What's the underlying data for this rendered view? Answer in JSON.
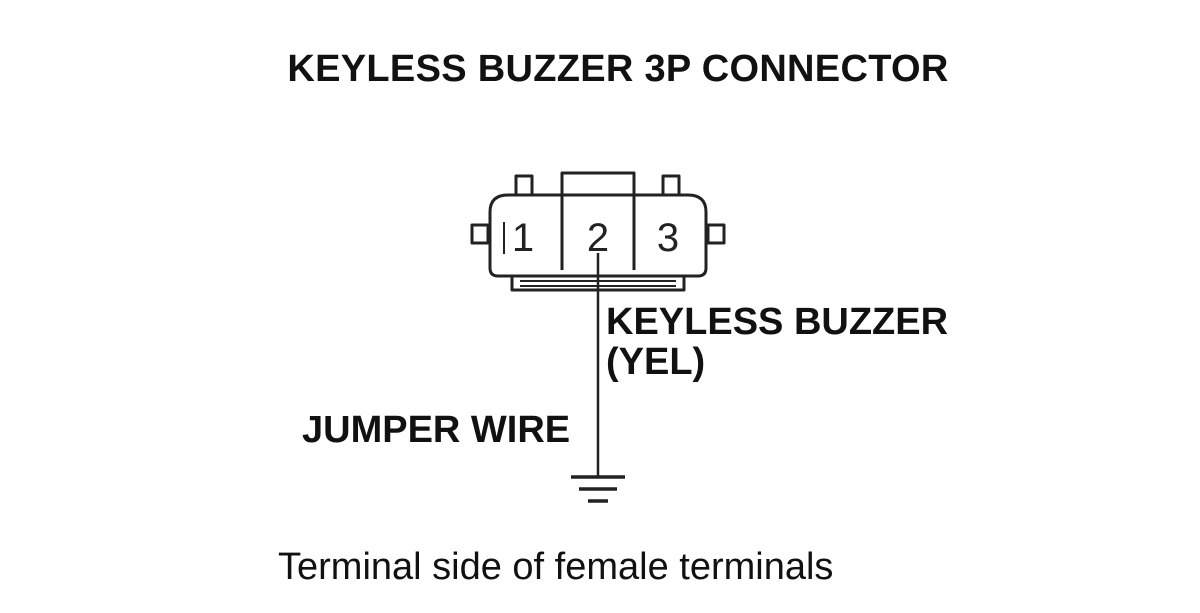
{
  "title": "KEYLESS BUZZER 3P CONNECTOR",
  "connector": {
    "pins": [
      "1",
      "2",
      "3"
    ]
  },
  "wire_label": {
    "line1": "KEYLESS BUZZER",
    "line2": "(YEL)"
  },
  "jumper_label": "JUMPER WIRE",
  "caption": "Terminal side of female terminals"
}
